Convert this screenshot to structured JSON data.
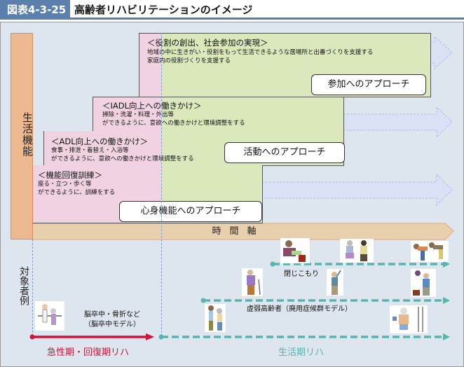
{
  "header": {
    "figure_number": "図表4-3-25",
    "title": "高齢者リハビリテーションのイメージ"
  },
  "colors": {
    "header_band": "#5b80ae",
    "panel_bg": "#dde5ee",
    "axis_fill": "#ecb88f",
    "time_axis_fill": "#e8cfad",
    "pink_zone": "#f1d2e2",
    "green_zone": "#dae8bb",
    "acute_red": "#d0143a",
    "living_teal": "#5bb3ad",
    "arrow_blue": "#d8e2f4"
  },
  "axes": {
    "vertical_label": "生活機能",
    "time_label": "時間軸",
    "subjects_label": "対象者例"
  },
  "levels": [
    {
      "title": "＜機能回復訓練＞",
      "lines": [
        "座る・立つ・歩く等",
        "ができるように、訓練をする"
      ],
      "approach": "心身機能へのアプローチ"
    },
    {
      "title": "＜ADL向上への働きかけ＞",
      "lines": [
        "食事・排泄・着替え・入浴等",
        "ができるように、意欲への働きかけと環境調整をする"
      ],
      "approach": "活動へのアプローチ"
    },
    {
      "title": "＜IADL向上への働きかけ＞",
      "lines": [
        "掃除・洗濯・料理・外出等",
        "ができるように、意欲への働きかけと環境調整をする"
      ],
      "approach": ""
    },
    {
      "title": "＜役割の創出、社会参加の実現＞",
      "lines": [
        "地域の中に生きがい・役割をもって生活できるような居場所と出番づくりを支援する",
        "家庭内の役割づくりを支援する"
      ],
      "approach": "参加へのアプローチ"
    }
  ],
  "subjects": {
    "stroke_model_line1": "脳卒中・骨折など",
    "stroke_model_line2": "（脳卒中モデル）",
    "withdrawn": "閉じこもり",
    "frail": "虚弱高齢者（廃用症候群モデル）"
  },
  "phases": {
    "acute": "急性期・回復期リハ",
    "living": "生活期リハ"
  }
}
